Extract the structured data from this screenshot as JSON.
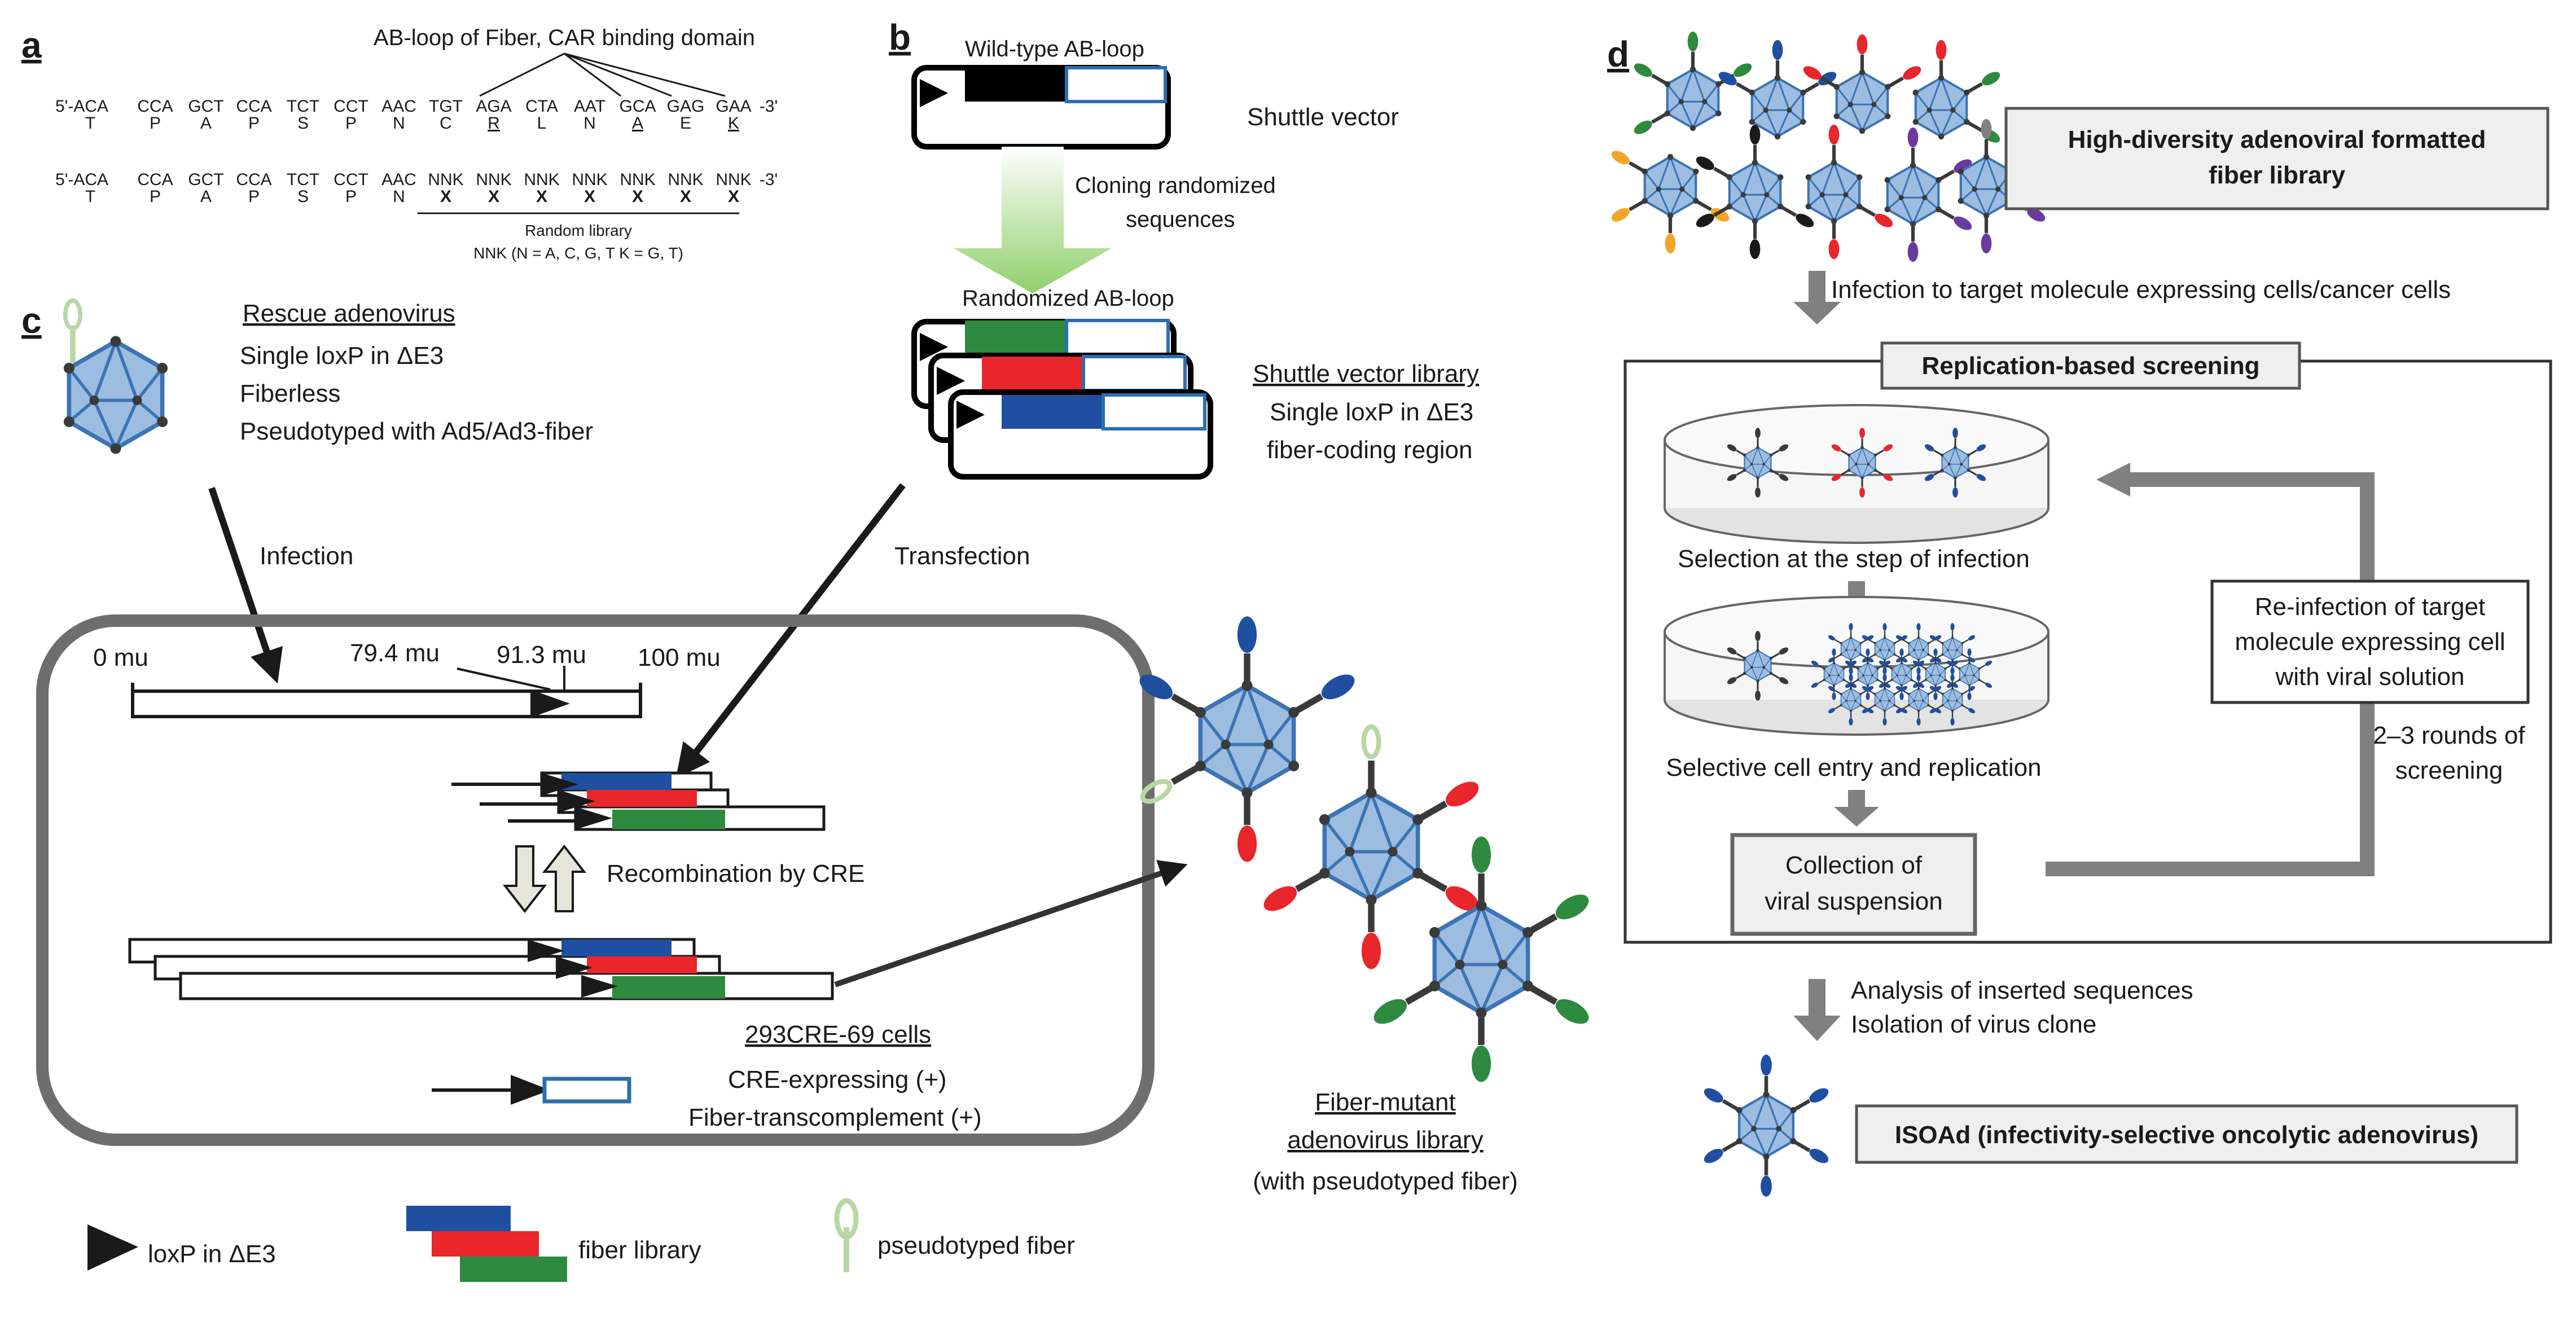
{
  "panels": {
    "a": "a",
    "b": "b",
    "c": "c",
    "d": "d"
  },
  "colors": {
    "blue": "#1f4fa0",
    "red": "#e8262b",
    "green": "#2e8a3e",
    "capsid": "#8fb3d9",
    "capsid_edge": "#3c74b5",
    "fiber_pale": "#b8d7a4",
    "grey_frame": "#6e6e6e",
    "arrow_grey": "#808080",
    "box_fill": "#efefef",
    "dish_fill": "#e3e3e3"
  },
  "panel_a": {
    "title": "AB-loop of Fiber, CAR binding domain",
    "row1_codons": [
      "5'-ACA",
      "CCA",
      "GCT",
      "CCA",
      "TCT",
      "CCT",
      "AAC",
      "TGT",
      "AGA",
      "CTA",
      "AAT",
      "GCA",
      "GAG",
      "GAA",
      "-3'"
    ],
    "row1_aa": [
      "T",
      "P",
      "A",
      "P",
      "S",
      "P",
      "N",
      "C",
      "R",
      "L",
      "N",
      "A",
      "E",
      "K"
    ],
    "row2_codons": [
      "5'-ACA",
      "CCA",
      "GCT",
      "CCA",
      "TCT",
      "CCT",
      "AAC",
      "NNK",
      "NNK",
      "NNK",
      "NNK",
      "NNK",
      "NNK",
      "NNK",
      "-3'"
    ],
    "row2_aa": [
      "T",
      "P",
      "A",
      "P",
      "S",
      "P",
      "N",
      "X",
      "X",
      "X",
      "X",
      "X",
      "X",
      "X"
    ],
    "random_library": "Random library",
    "nnk_note": "NNK (N = A, C, G, T   K = G, T)"
  },
  "panel_b": {
    "wild_type": "Wild-type AB-loop",
    "shuttle_vector": "Shuttle vector",
    "cloning_line1": "Cloning randomized",
    "cloning_line2": "sequences",
    "randomized": "Randomized AB-loop",
    "library_title": "Shuttle vector  library",
    "library_line2": "Single loxP in ΔE3",
    "library_line3": "fiber-coding region"
  },
  "panel_c": {
    "rescue_title": "Rescue adenovirus",
    "rescue_line1": "Single loxP in ΔE3",
    "rescue_line2": "Fiberless",
    "rescue_line3": "Pseudotyped with Ad5/Ad3-fiber",
    "infection": "Infection",
    "transfection": "Transfection",
    "mu0": "0 mu",
    "mu794": "79.4 mu",
    "mu913": "91.3 mu",
    "mu100": "100 mu",
    "recombination": "Recombination by CRE",
    "cells_title": "293CRE-69 cells",
    "cells_line1": "CRE-expressing (+)",
    "cells_line2": "Fiber-transcomplement (+)",
    "library_line1": "Fiber-mutant",
    "library_line2": "adenovirus library",
    "library_line3": "(with pseudotyped fiber)",
    "legend_loxp": "loxP in ΔE3",
    "legend_fiber_library": "fiber library",
    "legend_pseudotyped": "pseudotyped fiber"
  },
  "panel_d": {
    "library_line1": "High-diversity adenoviral formatted",
    "library_line2": "fiber library",
    "infection_step": "Infection to target molecule expressing cells/cancer cells",
    "screening_title": "Replication-based screening",
    "selection_infection": "Selection at the step of infection",
    "selective_entry": "Selective cell entry and replication",
    "collection_line1": "Collection of",
    "collection_line2": "viral suspension",
    "reinfection_line1": "Re-infection of target",
    "reinfection_line2": "molecule expressing cell",
    "reinfection_line3": "with viral solution",
    "rounds_line1": "2–3 rounds of",
    "rounds_line2": "screening",
    "analysis_line1": "Analysis of inserted sequences",
    "analysis_line2": "Isolation of virus clone",
    "isoad": "ISOAd (infectivity-selective oncolytic adenovirus)"
  }
}
